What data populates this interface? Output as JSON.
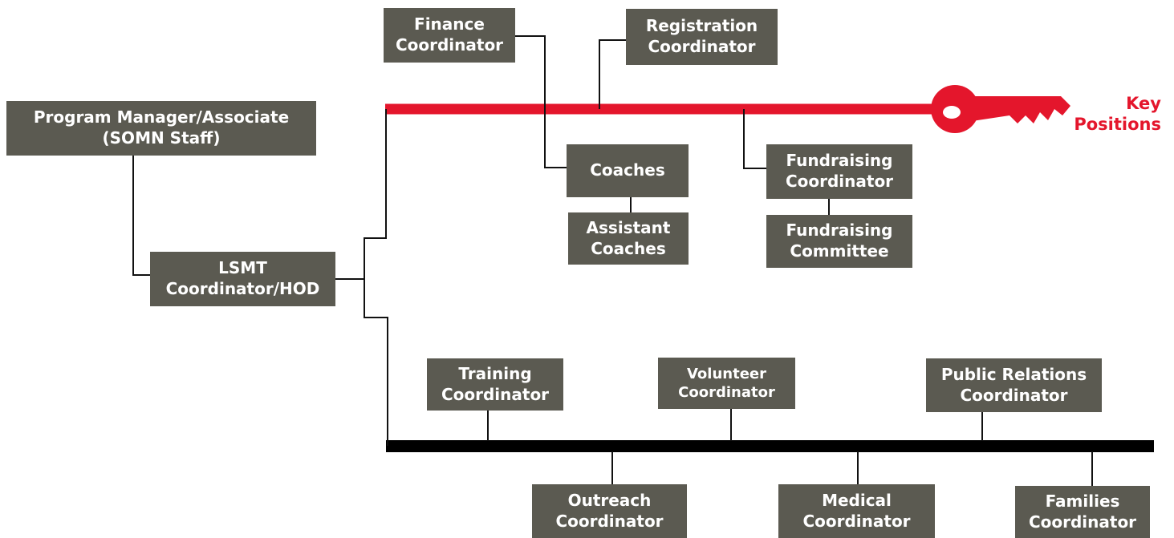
{
  "colors": {
    "box": "#5b5a51",
    "box_text": "#ffffff",
    "connector": "#111111",
    "key_line": "#e4162c",
    "team_bar": "#000000"
  },
  "icons": {
    "key": "key-icon"
  },
  "key_legend": {
    "line1": "Key",
    "line2": "Positions"
  },
  "nodes": {
    "program_manager": {
      "line1": "Program Manager/Associate",
      "line2": "(SOMN Staff)"
    },
    "lsmt": {
      "line1": "LSMT",
      "line2": "Coordinator/HOD"
    },
    "finance": {
      "line1": "Finance",
      "line2": "Coordinator"
    },
    "registration": {
      "line1": "Registration",
      "line2": "Coordinator"
    },
    "coaches": {
      "line1": "Coaches"
    },
    "assistant_coaches": {
      "line1": "Assistant",
      "line2": "Coaches"
    },
    "fundraising_coordinator": {
      "line1": "Fundraising",
      "line2": "Coordinator"
    },
    "fundraising_committee": {
      "line1": "Fundraising",
      "line2": "Committee"
    },
    "training": {
      "line1": "Training",
      "line2": "Coordinator"
    },
    "volunteer": {
      "line1": "Volunteer",
      "line2": "Coordinator"
    },
    "public_relations": {
      "line1": "Public Relations",
      "line2": "Coordinator"
    },
    "outreach": {
      "line1": "Outreach",
      "line2": "Coordinator"
    },
    "medical": {
      "line1": "Medical",
      "line2": "Coordinator"
    },
    "families": {
      "line1": "Families",
      "line2": "Coordinator"
    }
  }
}
